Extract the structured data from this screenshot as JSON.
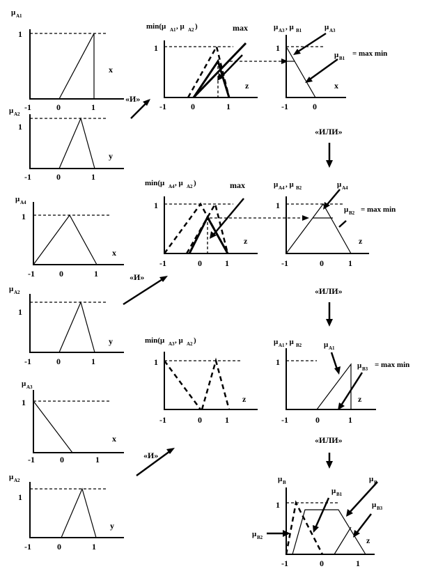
{
  "labels": {
    "x": "x",
    "y": "y",
    "z": "z",
    "one": "1",
    "neg_one": "-1",
    "zero": "0",
    "max": "max",
    "max_min": "= max min",
    "and_op": "«И»",
    "or_op": "«ИЛИ»"
  },
  "mu": {
    "mu": "μ",
    "min_prefix": "min(μ",
    "A1": "A1",
    "A2": "A2",
    "A3": "A3",
    "A4": "A4",
    "B": "B",
    "B1": "B1",
    "B2": "B2",
    "B3": "B3",
    "comma_mu": ", μ",
    "close": ")"
  },
  "icons": {
    "arrow": "arrow-icon"
  }
}
